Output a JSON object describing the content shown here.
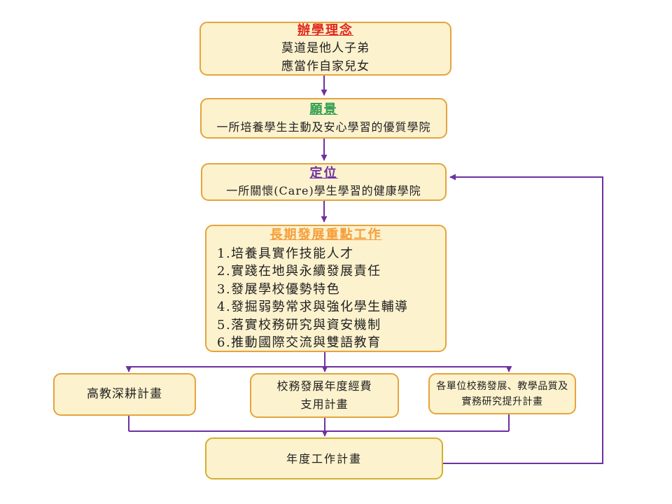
{
  "colors": {
    "box_fill": "#FCF2CE",
    "box_border": "#E5A43C",
    "annual_box_border": "#D2B02F",
    "connector": "#7030A0",
    "title_red": "#E0281C",
    "title_green": "#2E9E4B",
    "title_purple": "#7030A0",
    "title_orange": "#F59E3B",
    "body_text": "#1F1F1F"
  },
  "flowchart": {
    "philosophy": {
      "title": "辦學理念",
      "lines": [
        "莫道是他人子弟",
        "應當作自家兒女"
      ]
    },
    "vision": {
      "title": "願景",
      "lines": [
        "一所培養學生主動及安心學習的優質學院"
      ]
    },
    "position": {
      "title": "定位",
      "lines": [
        "一所關懷(Care)學生學習的健康學院"
      ]
    },
    "longterm": {
      "title": "長期發展重點工作",
      "items": [
        "1.培養具實作技能人才",
        "2.實踐在地與永續發展責任",
        "3.發展學校優勢特色",
        "4.發掘弱勢常求與強化學生輔導",
        "5.落實校務研究與資安機制",
        "6.推動國際交流與雙語教育"
      ]
    },
    "plan_left": {
      "lines": [
        "高教深耕計畫"
      ]
    },
    "plan_mid": {
      "lines": [
        "校務發展年度經費",
        "支用計畫"
      ]
    },
    "plan_right": {
      "lines": [
        "各單位校務發展、教學品質及",
        "實務研究提升計畫"
      ]
    },
    "annual": {
      "lines": [
        "年度工作計畫"
      ]
    }
  }
}
